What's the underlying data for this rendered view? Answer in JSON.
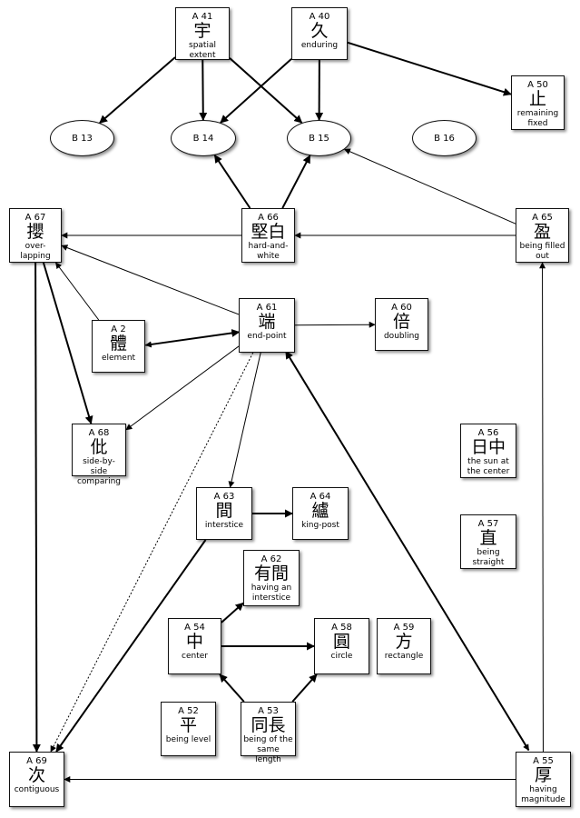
{
  "nodes": [
    {
      "key": "A41",
      "id": "A 41",
      "char": "宇",
      "gloss": "spatial extent"
    },
    {
      "key": "A40",
      "id": "A 40",
      "char": "久",
      "gloss": "enduring"
    },
    {
      "key": "A50",
      "id": "A 50",
      "char": "止",
      "gloss": "remaining fixed"
    },
    {
      "key": "A67",
      "id": "A 67",
      "char": "攖",
      "gloss": "over-lapping"
    },
    {
      "key": "A66",
      "id": "A 66",
      "char": "堅白",
      "gloss": "hard-and-white"
    },
    {
      "key": "A65",
      "id": "A 65",
      "char": "盈",
      "gloss": "being filled out"
    },
    {
      "key": "A2",
      "id": "A 2",
      "char": "體",
      "gloss": "element"
    },
    {
      "key": "A61",
      "id": "A 61",
      "char": "端",
      "gloss": "end-point"
    },
    {
      "key": "A60",
      "id": "A 60",
      "char": "倍",
      "gloss": "doubling"
    },
    {
      "key": "A68",
      "id": "A 68",
      "char": "仳",
      "gloss": "side-by-side comparing"
    },
    {
      "key": "A56",
      "id": "A 56",
      "char": "日中",
      "gloss": "the sun at the center"
    },
    {
      "key": "A63",
      "id": "A 63",
      "char": "間",
      "gloss": "interstice"
    },
    {
      "key": "A64",
      "id": "A 64",
      "char": "纑",
      "gloss": "king-post"
    },
    {
      "key": "A57",
      "id": "A 57",
      "char": "直",
      "gloss": "being straight"
    },
    {
      "key": "A62",
      "id": "A 62",
      "char": "有間",
      "gloss": "having an interstice"
    },
    {
      "key": "A54",
      "id": "A 54",
      "char": "中",
      "gloss": "center"
    },
    {
      "key": "A58",
      "id": "A 58",
      "char": "圓",
      "gloss": "circle"
    },
    {
      "key": "A59",
      "id": "A 59",
      "char": "方",
      "gloss": "rectangle"
    },
    {
      "key": "A52",
      "id": "A 52",
      "char": "平",
      "gloss": "being level"
    },
    {
      "key": "A53",
      "id": "A 53",
      "char": "同長",
      "gloss": "being of the same length"
    },
    {
      "key": "A69",
      "id": "A 69",
      "char": "次",
      "gloss": "contiguous"
    },
    {
      "key": "A55",
      "id": "A 55",
      "char": "厚",
      "gloss": "having magnitude"
    }
  ],
  "ellipses": [
    {
      "key": "B13",
      "label": "B 13"
    },
    {
      "key": "B14",
      "label": "B 14"
    },
    {
      "key": "B15",
      "label": "B 15"
    },
    {
      "key": "B16",
      "label": "B 16"
    }
  ],
  "edges": [
    {
      "from": "A41",
      "to": "B13",
      "style": "thick"
    },
    {
      "from": "A41",
      "to": "B14",
      "style": "thick"
    },
    {
      "from": "A41",
      "to": "B15",
      "style": "thick"
    },
    {
      "from": "A40",
      "to": "B14",
      "style": "thick"
    },
    {
      "from": "A40",
      "to": "B15",
      "style": "thick"
    },
    {
      "from": "A40",
      "to": "A50",
      "style": "thick"
    },
    {
      "from": "A66",
      "to": "B14",
      "style": "thick"
    },
    {
      "from": "A66",
      "to": "B15",
      "style": "thick"
    },
    {
      "from": "A65",
      "to": "B15",
      "style": "thin"
    },
    {
      "from": "A66",
      "to": "A67",
      "style": "thin"
    },
    {
      "from": "A65",
      "to": "A66",
      "style": "thin"
    },
    {
      "from": "A61",
      "to": "A67",
      "style": "thin"
    },
    {
      "from": "A2",
      "to": "A67",
      "style": "thin"
    },
    {
      "from": "A67",
      "to": "A68",
      "style": "thick"
    },
    {
      "from": "A67",
      "to": "A69",
      "style": "thick"
    },
    {
      "from": "A61",
      "to": "A2",
      "style": "thin"
    },
    {
      "from": "A2",
      "to": "A61",
      "style": "thick"
    },
    {
      "from": "A61",
      "to": "A60",
      "style": "thin"
    },
    {
      "from": "A61",
      "to": "A68",
      "style": "thin"
    },
    {
      "from": "A61",
      "to": "A63",
      "style": "thin"
    },
    {
      "from": "A61",
      "to": "A69",
      "style": "dotted"
    },
    {
      "from": "A55",
      "to": "A61",
      "style": "thick"
    },
    {
      "from": "A61",
      "to": "A55",
      "style": "dotted"
    },
    {
      "from": "A63",
      "to": "A64",
      "style": "thick"
    },
    {
      "from": "A63",
      "to": "A69",
      "style": "thick"
    },
    {
      "from": "A54",
      "to": "A62",
      "style": "thick"
    },
    {
      "from": "A54",
      "to": "A58",
      "style": "thick"
    },
    {
      "from": "A53",
      "to": "A54",
      "style": "thick"
    },
    {
      "from": "A53",
      "to": "A58",
      "style": "thick"
    },
    {
      "from": "A55",
      "to": "A69",
      "style": "thin"
    },
    {
      "from": "A55",
      "to": "A65",
      "style": "thin"
    }
  ]
}
